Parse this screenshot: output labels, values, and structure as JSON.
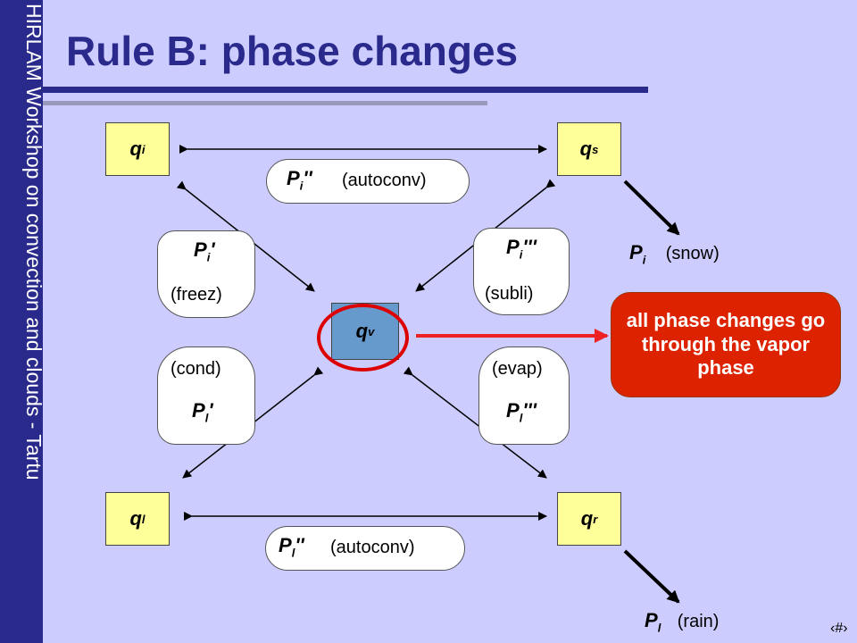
{
  "sidebar": {
    "text": "HIRLAM Workshop on convection and clouds  -  Tartu"
  },
  "slide": {
    "title": "Rule B: phase changes",
    "page_number": "‹#›"
  },
  "boxes": {
    "qi": {
      "sym": "q",
      "sub": "i"
    },
    "qs": {
      "sym": "q",
      "sub": "s"
    },
    "qv": {
      "sym": "q",
      "sub": "v"
    },
    "ql": {
      "sym": "q",
      "sub": "l"
    },
    "qr": {
      "sym": "q",
      "sub": "r"
    }
  },
  "processes": {
    "ice_autoconv": {
      "sym": "P",
      "sub": "i",
      "prime": "''",
      "label": "(autoconv)"
    },
    "freez": {
      "sym": "P",
      "sub": "i",
      "prime": "'",
      "label": "(freez)"
    },
    "subli": {
      "sym": "P",
      "sub": "i",
      "prime": "'''",
      "label": "(subli)"
    },
    "cond": {
      "sym": "P",
      "sub": "l",
      "prime": "'",
      "label": "(cond)"
    },
    "evap": {
      "sym": "P",
      "sub": "l",
      "prime": "'''",
      "label": "(evap)"
    },
    "liq_autoconv": {
      "sym": "P",
      "sub": "l",
      "prime": "''",
      "label": "(autoconv)"
    }
  },
  "outputs": {
    "snow": {
      "sym": "P",
      "sub": "i",
      "label": "(snow)"
    },
    "rain": {
      "sym": "P",
      "sub": "l",
      "label": "(rain)"
    }
  },
  "callout": {
    "text": "all phase changes go through the vapor phase"
  },
  "colors": {
    "background": "#ccccff",
    "sidebar": "#2a2a8c",
    "box": "#ffff99",
    "vapor": "#6699cc",
    "callout": "#dd2200",
    "highlight": "#dd0000"
  }
}
